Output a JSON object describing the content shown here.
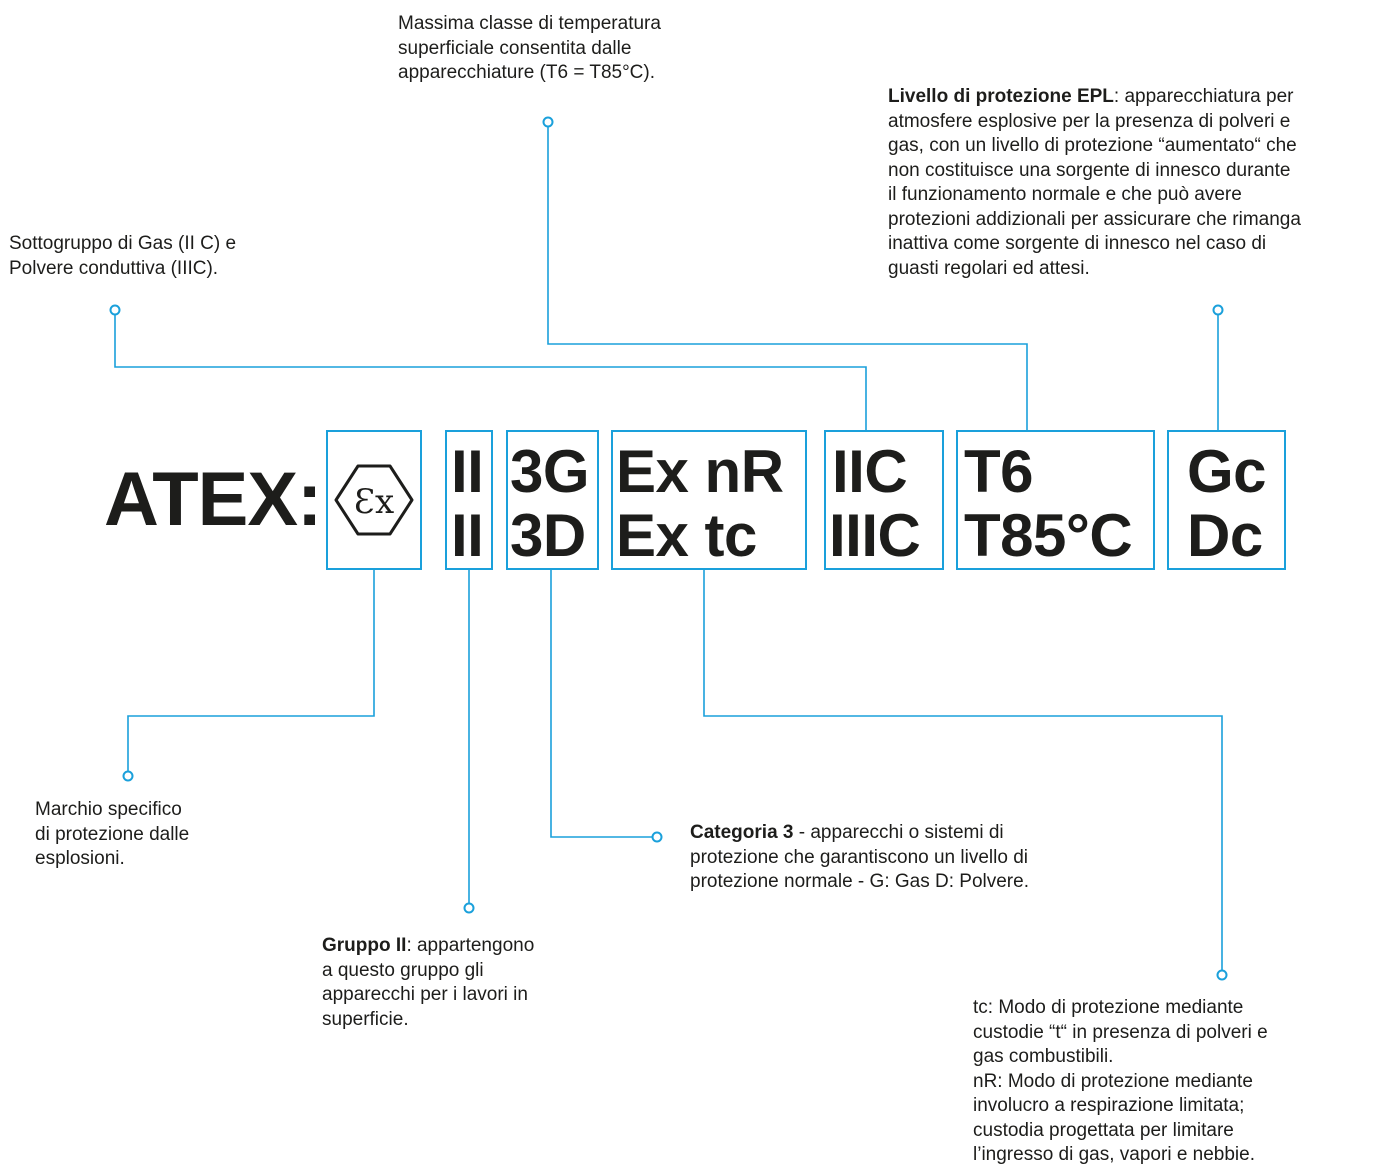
{
  "title": "ATEX:",
  "ex_mark": {
    "glyph": "Ɛx",
    "icon": "atex-ex-hexagon-icon"
  },
  "codes": {
    "group": [
      "II",
      "II"
    ],
    "category": [
      "3G",
      "3D"
    ],
    "protection": [
      "Ex nR",
      "Ex tc"
    ],
    "subgroup": [
      "IIC",
      "IIIC"
    ],
    "temperature": [
      "T6",
      "T85°C"
    ],
    "epl": [
      "Gc",
      "Dc"
    ]
  },
  "annotations": {
    "temperature_class": [
      "Massima classe di temperatura",
      "superficiale consentita dalle",
      "apparecchiature (T6 = T85°C)."
    ],
    "epl": {
      "bold": "Livello di protezione EPL",
      "lines": [
        ": apparecchiatura per",
        "atmosfere esplosive per la presenza di polveri e",
        "gas, con un livello di protezione “aumentato“ che",
        "non costituisce una sorgente di innesco durante",
        "il funzionamento normale e che può avere",
        "protezioni addizionali per assicurare che rimanga",
        "inattiva come sorgente di innesco nel caso di",
        "guasti regolari ed attesi."
      ]
    },
    "subgroup": [
      "Sottogruppo di Gas (II C) e",
      "Polvere conduttiva (IIIC)."
    ],
    "ex_mark": [
      "Marchio specifico",
      "di protezione dalle",
      "esplosioni."
    ],
    "category": {
      "bold": "Categoria 3",
      "lines": [
        " - apparecchi o sistemi di",
        "protezione che garantiscono un livello di",
        "protezione normale - G: Gas D: Polvere."
      ]
    },
    "group": {
      "bold": "Gruppo II",
      "lines": [
        ": appartengono",
        "a questo  gruppo gli",
        "apparecchi per i lavori in",
        "superficie."
      ]
    },
    "protection_mode": [
      "tc: Modo di protezione mediante",
      "custodie “t“ in presenza di polveri e",
      "gas combustibili.",
      "nR: Modo di protezione mediante",
      "involucro a respirazione limitata;",
      "custodia progettata per limitare",
      "l’ingresso di gas, vapori e nebbie."
    ]
  },
  "colors": {
    "accent": "#1aa0db",
    "text": "#1d1d1b",
    "background": "#ffffff"
  }
}
